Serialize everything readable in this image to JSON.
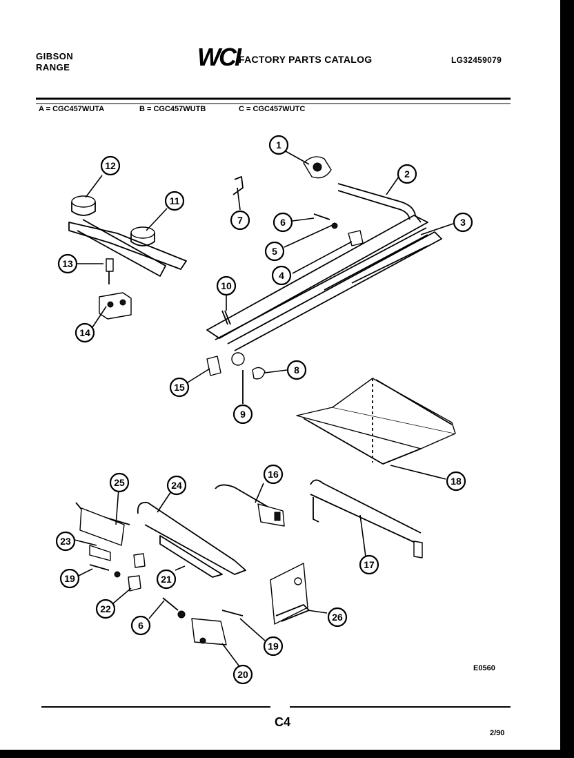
{
  "header": {
    "brand_line1": "GIBSON",
    "brand_line2": "RANGE",
    "logo": "WCI",
    "catalog_title": "FACTORY PARTS CATALOG",
    "catalog_number": "LG32459079"
  },
  "models": {
    "a": "A = CGC457WUTA",
    "b": "B = CGC457WUTB",
    "c": "C = CGC457WUTC"
  },
  "callouts": [
    "1",
    "2",
    "3",
    "4",
    "5",
    "6",
    "7",
    "8",
    "9",
    "10",
    "11",
    "12",
    "13",
    "14",
    "15",
    "16",
    "17",
    "18",
    "19",
    "20",
    "21",
    "22",
    "23",
    "24",
    "25",
    "6",
    "19",
    "26"
  ],
  "footer": {
    "diagram_code": "E0560",
    "page_code": "C4",
    "date_code": "2/90"
  }
}
